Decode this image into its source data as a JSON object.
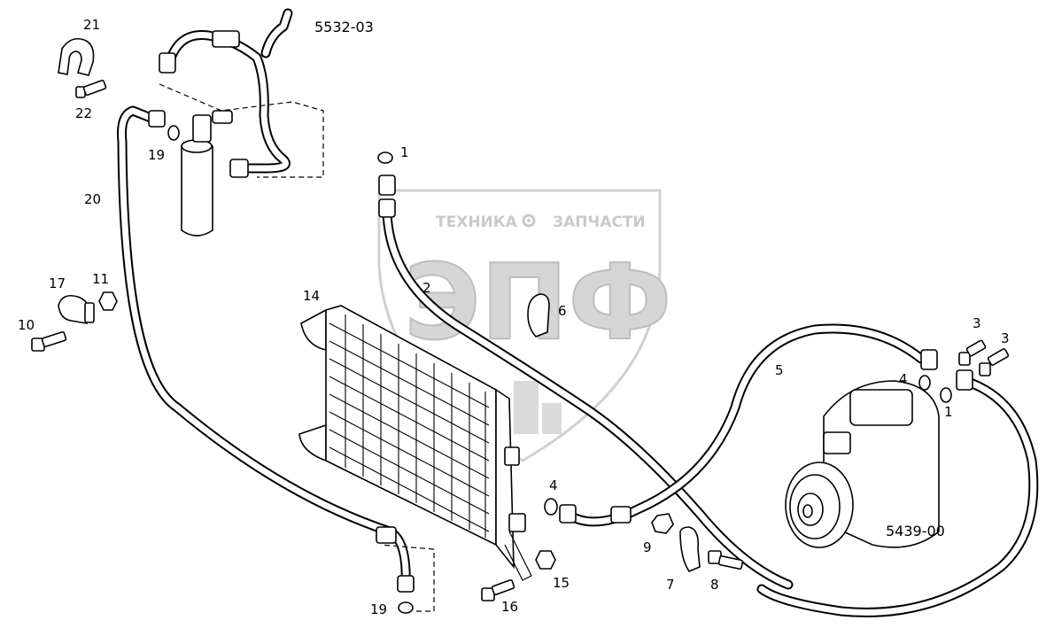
{
  "watermark": {
    "left_text": "ТЕХНИКА",
    "right_text": "ЗАПЧАСТИ",
    "logo_text": "ЭПФ",
    "gear_icon": "gear-icon",
    "color": "#c9c9c9"
  },
  "assemblies": {
    "receiver_drier": "5532-03",
    "compressor": "5439-00"
  },
  "callouts": {
    "p1a": "1",
    "p1b": "1",
    "p2": "2",
    "p3a": "3",
    "p3b": "3",
    "p4a": "4",
    "p4b": "4",
    "p5": "5",
    "p6": "6",
    "p7": "7",
    "p8": "8",
    "p9": "9",
    "p10": "10",
    "p11": "11",
    "p14": "14",
    "p15": "15",
    "p16": "16",
    "p17": "17",
    "p19a": "19",
    "p19b": "19",
    "p20": "20",
    "p21": "21",
    "p22": "22"
  }
}
